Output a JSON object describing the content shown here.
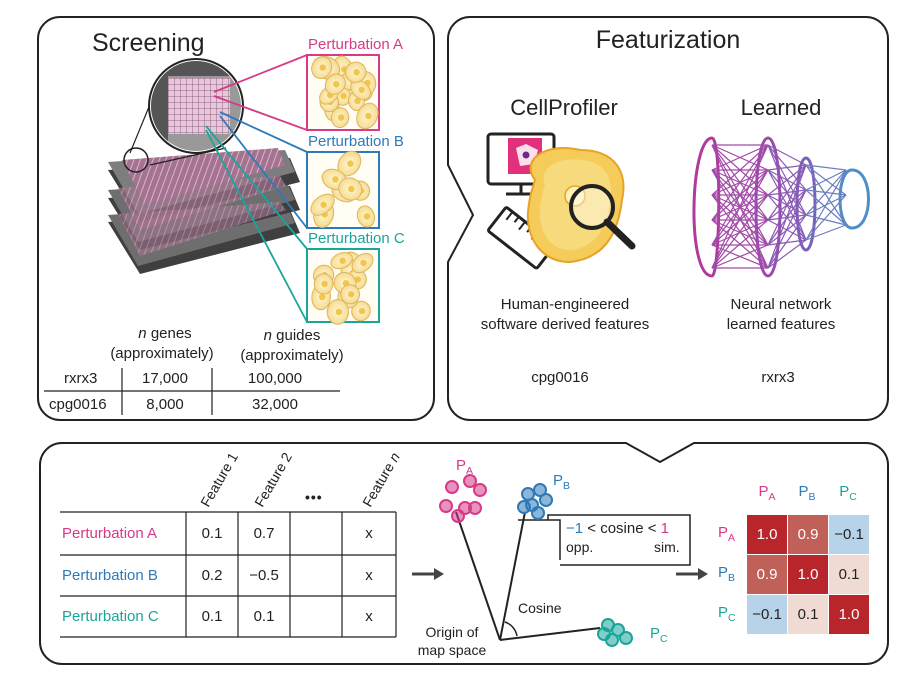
{
  "screening": {
    "title": "Screening",
    "perturbations": [
      "Perturbation A",
      "Perturbation B",
      "Perturbation C"
    ],
    "table": {
      "col1_header_em": "n",
      "col1_header_rest": " genes",
      "col1_header_line2": "(approximately)",
      "col2_header_em": "n",
      "col2_header_rest": " guides",
      "col2_header_line2": "(approximately)",
      "rows": [
        {
          "name": "rxrx3",
          "genes": "17,000",
          "guides": "100,000"
        },
        {
          "name": "cpg0016",
          "genes": "8,000",
          "guides": "32,000"
        }
      ]
    }
  },
  "featurization": {
    "title": "Featurization",
    "cellprofiler": {
      "title": "CellProfiler",
      "desc_line1": "Human-engineered",
      "desc_line2": "software derived features",
      "dataset": "cpg0016"
    },
    "learned": {
      "title": "Learned",
      "desc_line1": "Neural network",
      "desc_line2": "learned features",
      "dataset": "rxrx3"
    }
  },
  "features_table": {
    "headers": [
      "Feature 1",
      "Feature 2",
      "•••",
      "Feature n"
    ],
    "header_last_prefix": "Feature ",
    "header_last_em": "n",
    "rows": [
      {
        "label": "Perturbation A",
        "values": [
          "0.1",
          "0.7",
          "",
          "x"
        ]
      },
      {
        "label": "Perturbation B",
        "values": [
          "0.2",
          "−0.5",
          "",
          "x"
        ]
      },
      {
        "label": "Perturbation C",
        "values": [
          "0.1",
          "0.1",
          "",
          "x"
        ]
      }
    ]
  },
  "map_space": {
    "points": [
      {
        "letter": "P",
        "sub": "A"
      },
      {
        "letter": "P",
        "sub": "B"
      },
      {
        "letter": "P",
        "sub": "C"
      }
    ],
    "origin_line1": "Origin of",
    "origin_line2": "map space",
    "cosine_label": "Cosine",
    "range": {
      "low": "−1",
      "mid": " < cosine < ",
      "high": "1",
      "low_label": "opp.",
      "high_label": "sim."
    }
  },
  "similarity_matrix": {
    "labels": [
      "A",
      "B",
      "C"
    ],
    "values": [
      [
        "1.0",
        "0.9",
        "−0.1"
      ],
      [
        "0.9",
        "1.0",
        "0.1"
      ],
      [
        "−0.1",
        "0.1",
        "1.0"
      ]
    ],
    "colors": [
      [
        "#b8262c",
        "#c06058",
        "#b6d3ea"
      ],
      [
        "#c06058",
        "#b8262c",
        "#f0dbd4"
      ],
      [
        "#b6d3ea",
        "#f0dbd4",
        "#b8262c"
      ]
    ]
  },
  "colors": {
    "pink": "#d63a88",
    "blue": "#2e7ab8",
    "teal": "#1aa59a",
    "purple": "#8a4fb0",
    "outline": "#222222"
  }
}
